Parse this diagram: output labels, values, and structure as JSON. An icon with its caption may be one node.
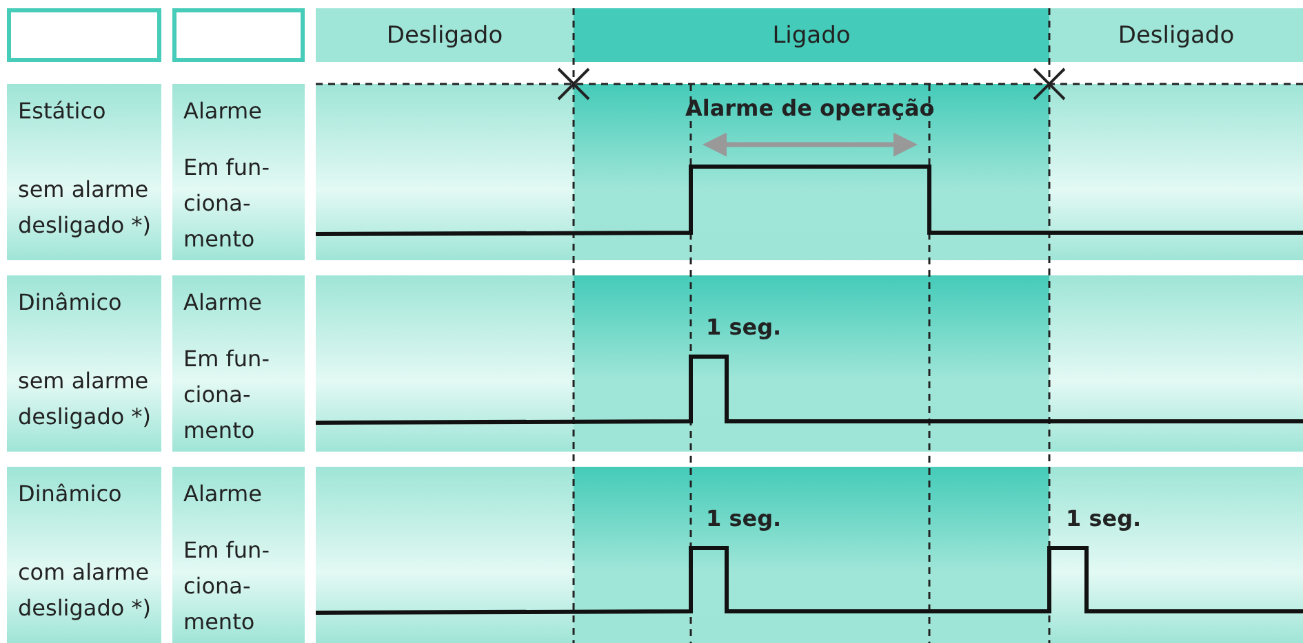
{
  "diagram": {
    "nodes": [
      {
        "text": [],
        "shape": "box"
      },
      {
        "text": [],
        "shape": "box"
      },
      {
        "text": [
          "Desligado"
        ]
      },
      {
        "text": [
          "Ligado"
        ]
      },
      {
        "text": [
          "Desligado"
        ]
      },
      {
        "text": [
          "Estático",
          "sem alarme desligado *)"
        ]
      },
      {
        "text": [
          "Alarme",
          "Em fun- ciona- mento"
        ]
      },
      {
        "text": [
          "Dinâmico",
          "sem alarme desligado *)"
        ]
      },
      {
        "text": [
          "Alarme",
          "Em fun- ciona- mento"
        ]
      },
      {
        "text": [
          "Dinâmico",
          "com alarme desligado *)"
        ]
      },
      {
        "text": [
          "Alarme",
          "Em fun- ciona- mento"
        ]
      }
    ],
    "labels": [
      "Alarme de operação",
      "1 seg.",
      "1 seg.",
      "1 seg."
    ]
  }
}
